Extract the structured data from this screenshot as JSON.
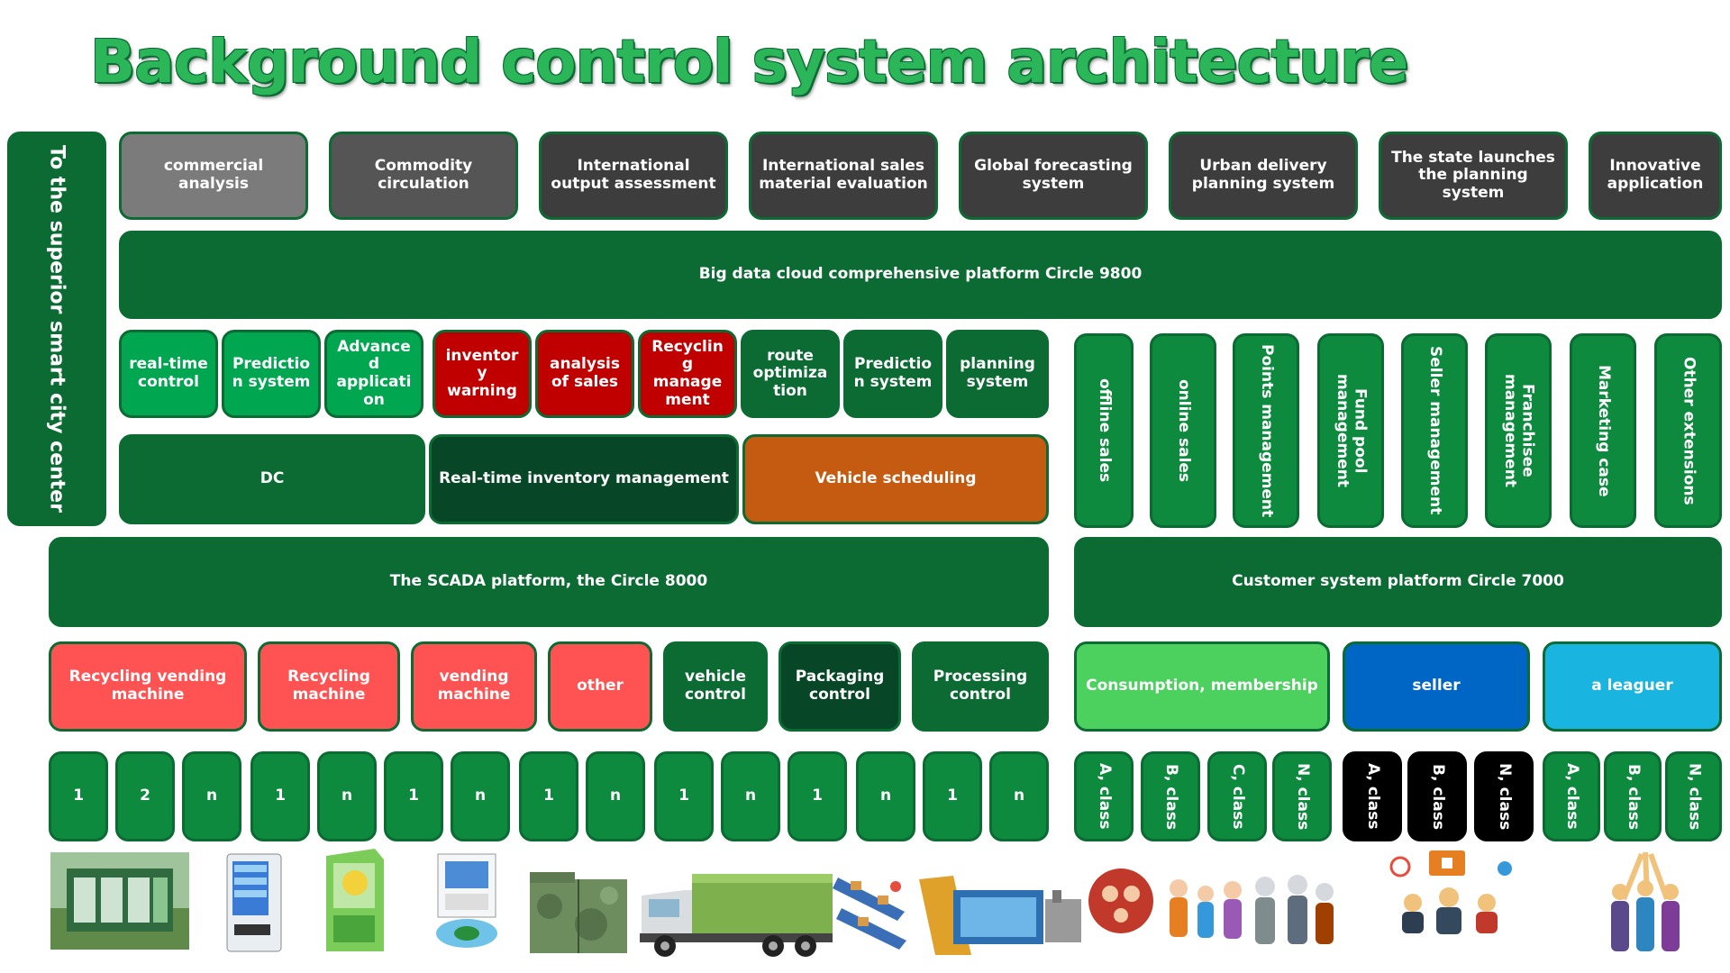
{
  "title": "Background control system architecture",
  "left_bar": "To the superior smart city center",
  "top_row": [
    "commercial analysis",
    "Commodity circulation",
    "International output assessment",
    "International sales material evaluation",
    "Global forecasting system",
    "Urban delivery planning system",
    "The state launches the planning system",
    "Innovative application"
  ],
  "big_data_platform": "Big data cloud comprehensive platform Circle 9800",
  "modules_row": [
    "real-time control",
    "Prediction system",
    "Advanced application",
    "inventory warning",
    "analysis of sales",
    "Recycling management",
    "route optimization",
    "Prediction system",
    "planning system"
  ],
  "mid_row": {
    "dc": "DC",
    "inventory": "Real-time inventory management",
    "vehicle": "Vehicle scheduling"
  },
  "customer_modules": [
    "offline sales",
    "online sales",
    "Points management",
    "Fund pool management",
    "Seller management",
    "Franchisee management",
    "Marketing case",
    "Other extensions"
  ],
  "scada_platform": "The SCADA platform, the Circle 8000",
  "customer_platform": "Customer system platform Circle 7000",
  "device_row": [
    "Recycling vending machine",
    "Recycling machine",
    "vending machine",
    "other",
    "vehicle control",
    "Packaging control",
    "Processing control"
  ],
  "customer_groups": [
    "Consumption, membership",
    "seller",
    "a leaguer"
  ],
  "index_row": [
    "1",
    "2",
    "n",
    "1",
    "n",
    "1",
    "n",
    "1",
    "n",
    "1",
    "n",
    "1",
    "n",
    "1",
    "n"
  ],
  "class_row": [
    "A, class",
    "B, class",
    "C, class",
    "N, class",
    "A, class",
    "B, class",
    "N, class",
    "A, class",
    "B, class",
    "N, class"
  ]
}
